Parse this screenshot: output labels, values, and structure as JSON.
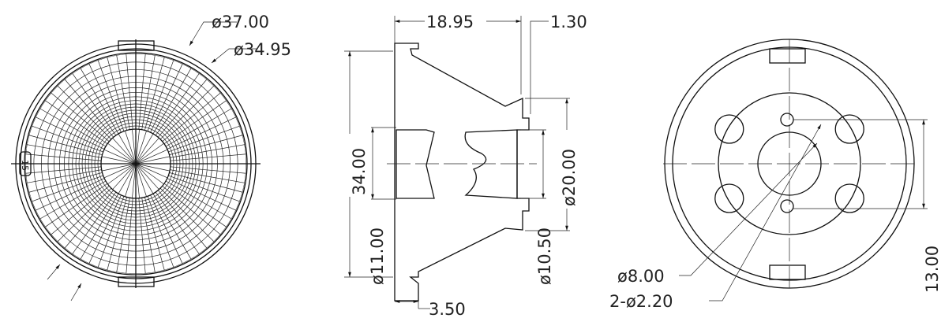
{
  "title": "LED lens technical drawing",
  "front_view": {
    "outer_diameter": "ø37.00",
    "inner_diameter": "ø34.95",
    "mark": "15"
  },
  "section_view": {
    "length": "18.95",
    "flange": "1.30",
    "height": "34.00",
    "cavity_diameter": "ø11.00",
    "rear_diameter": "ø20.00",
    "rear_bore": "ø10.50",
    "rim": "3.50"
  },
  "rear_view": {
    "hub_hole": "ø8.00",
    "pin_holes": "2-ø2.20",
    "pin_spacing": "13.00"
  },
  "colors": {
    "line": "#111111",
    "background": "#ffffff"
  }
}
